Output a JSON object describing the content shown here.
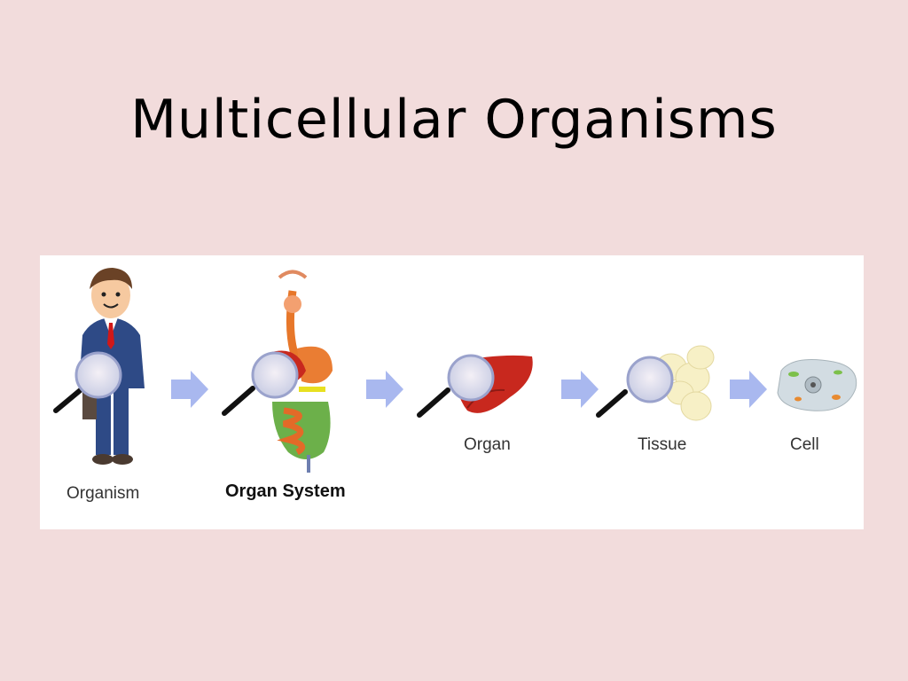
{
  "title": "Multicellular Organisms",
  "stages": [
    {
      "label": "Organism",
      "icon": "businessman-icon"
    },
    {
      "label": "Organ System",
      "icon": "digestive-system-icon"
    },
    {
      "label": "Organ",
      "icon": "liver-icon"
    },
    {
      "label": "Tissue",
      "icon": "tissue-cells-icon"
    },
    {
      "label": "Cell",
      "icon": "cell-icon"
    }
  ],
  "colors": {
    "background": "#f2dcdc",
    "panel": "#ffffff",
    "arrow": "#a9b8ef",
    "suit": "#2e4a86",
    "liver": "#c8281e",
    "tissue": "#f7f0c6",
    "cell": "#d2dce2"
  }
}
